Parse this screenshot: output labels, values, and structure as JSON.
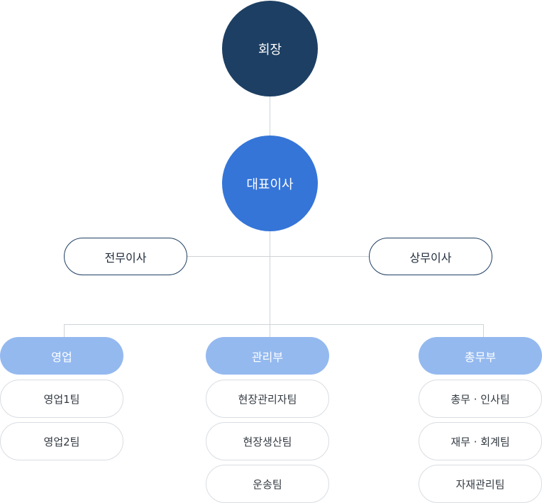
{
  "chairman": {
    "label": "회장",
    "color": "#1d3f63"
  },
  "ceo": {
    "label": "대표이사",
    "color": "#3575d8"
  },
  "executives": {
    "left": "전무이사",
    "right": "상무이사"
  },
  "departments": [
    {
      "name": "영업",
      "teams": [
        "영업1팀",
        "영업2팀"
      ]
    },
    {
      "name": "관리부",
      "teams": [
        "현장관리자팀",
        "현장생산팀",
        "운송팀"
      ]
    },
    {
      "name": "총무부",
      "teams": [
        "총무 · 인사팀",
        "재무 · 회계팀",
        "자재관리팀"
      ]
    }
  ]
}
